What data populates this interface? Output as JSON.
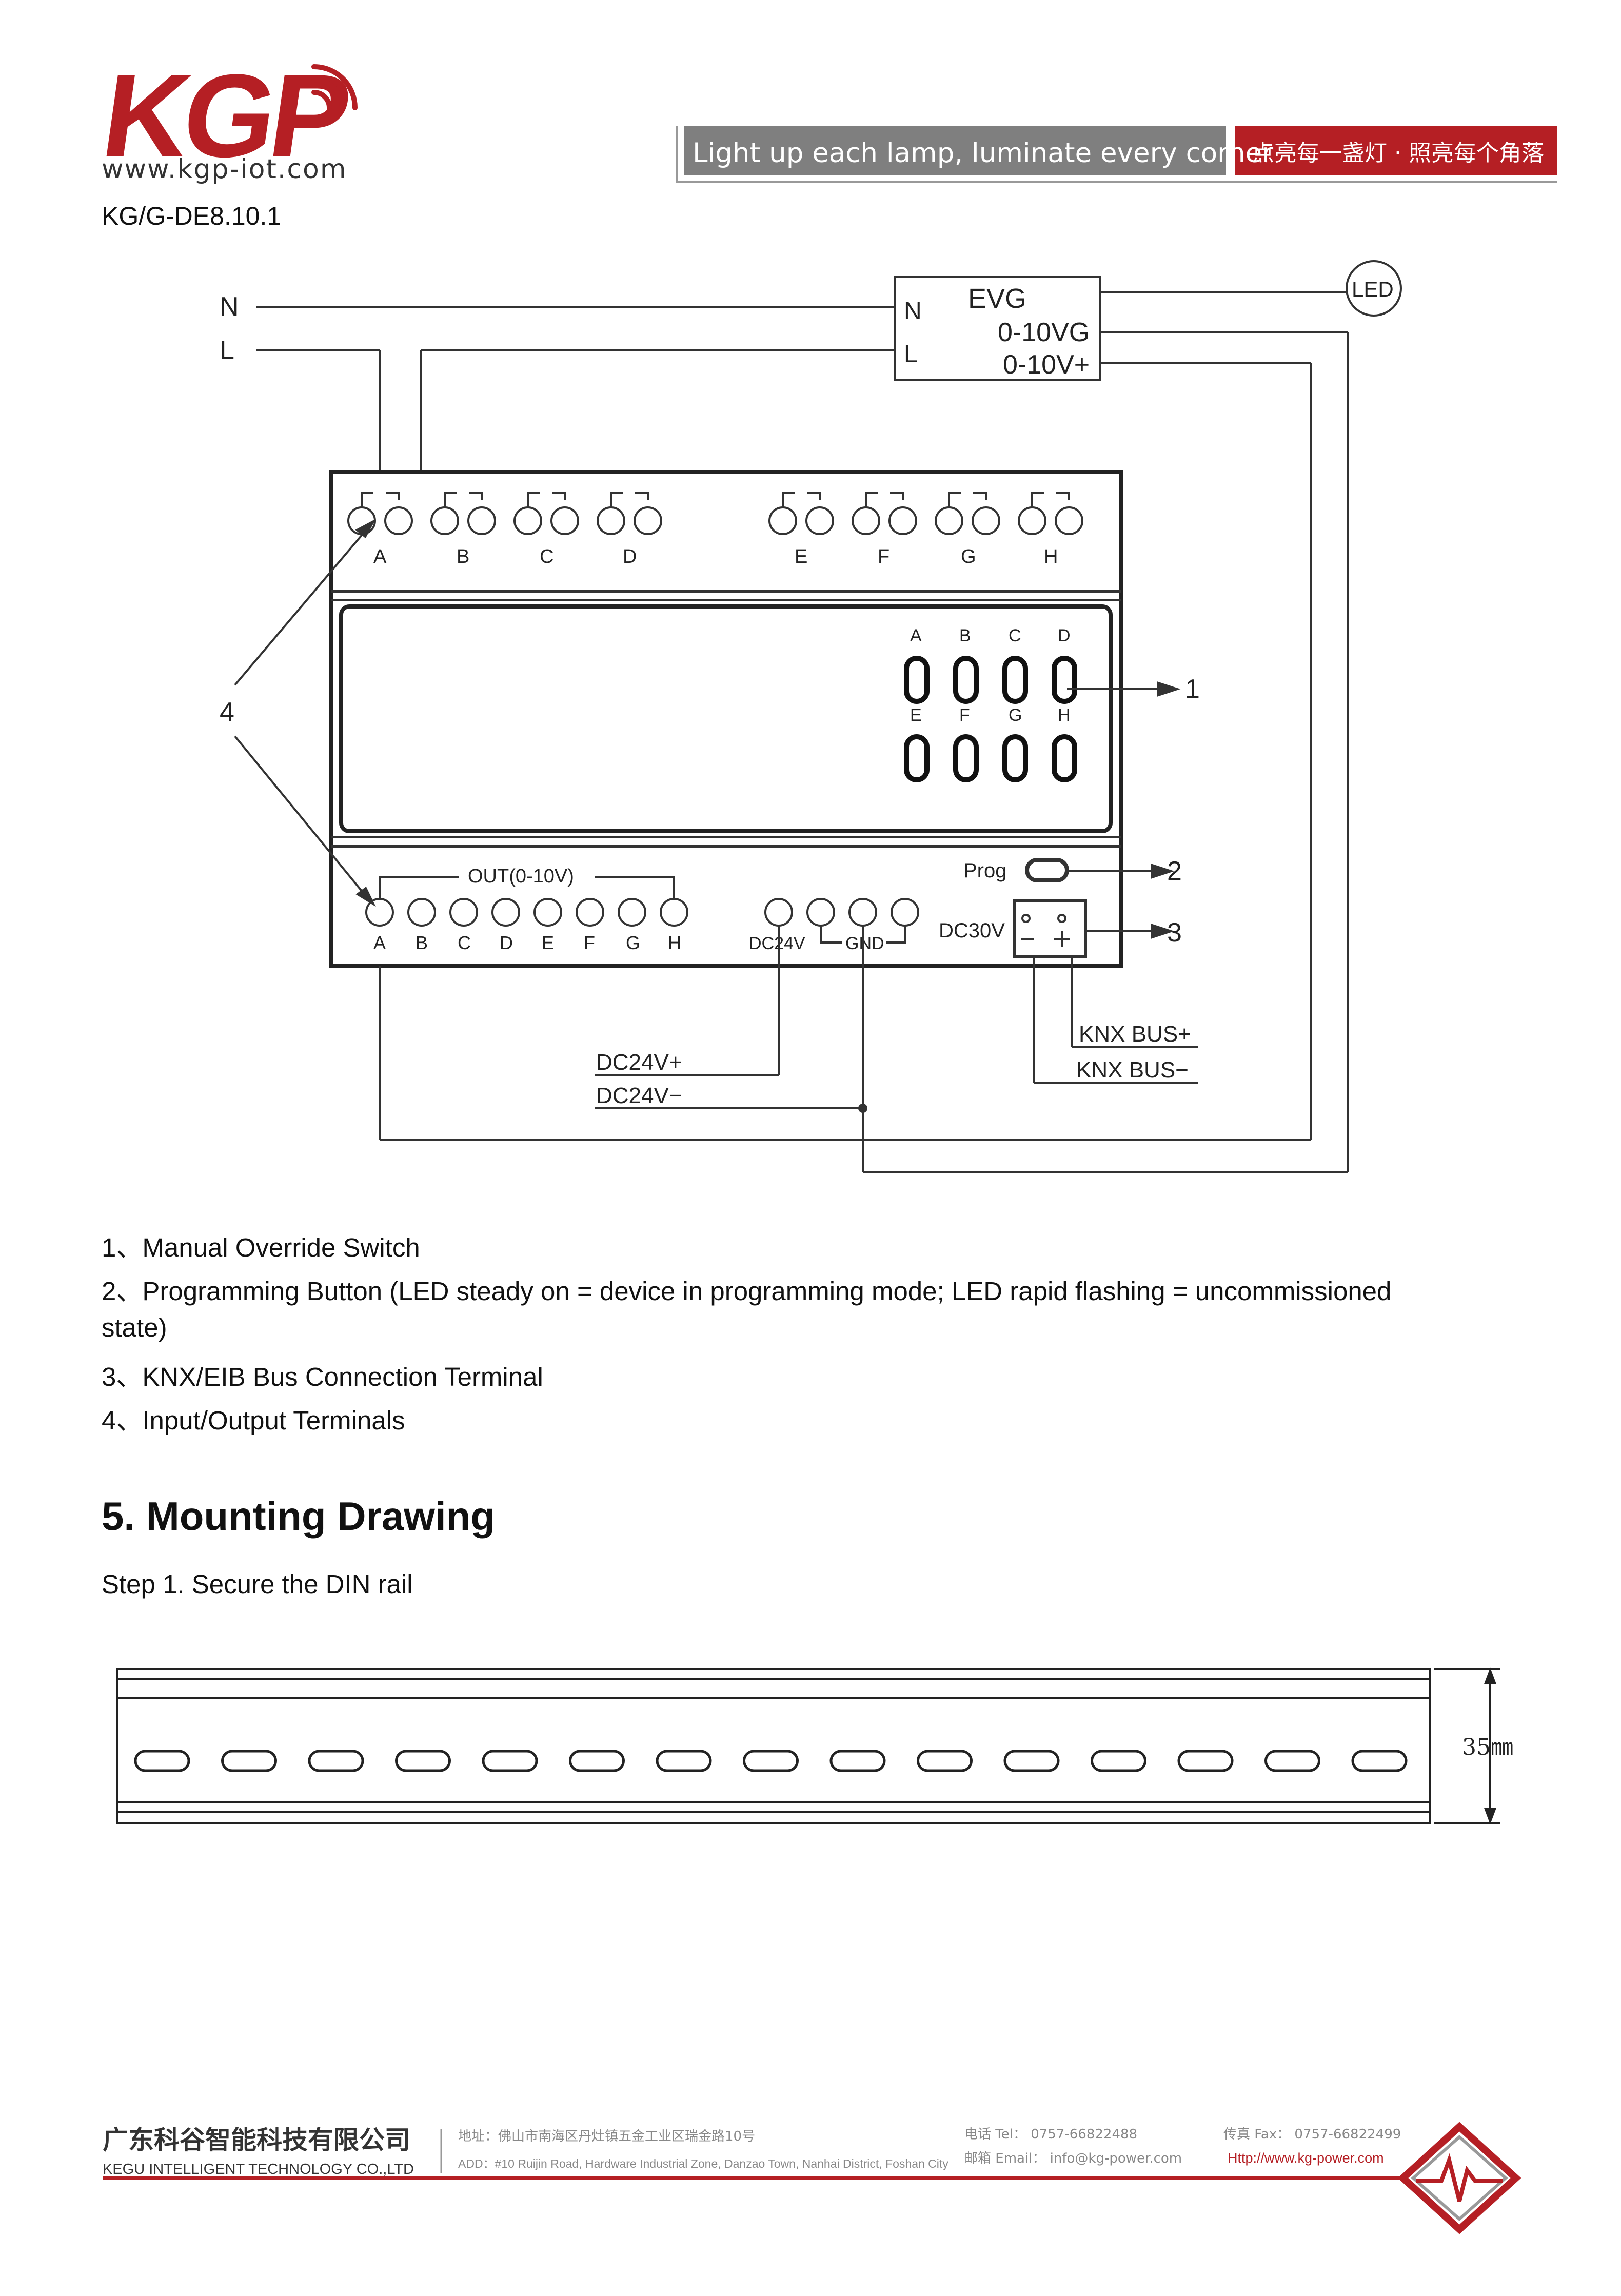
{
  "header": {
    "logo_text": "KGP",
    "website": "www.kgp-iot.com",
    "model": "KG/G-DE8.10.1",
    "slogan_en": "Light up each lamp, luminate every corner",
    "slogan_cn": "点亮每一盏灯 · 照亮每个角落"
  },
  "colors": {
    "brand_red": "#b51f24",
    "slogan_gray": "#7f7f7f"
  },
  "wiring_diagram": {
    "supply_labels": [
      "N",
      "L"
    ],
    "evg": {
      "title": "EVG",
      "n": "N",
      "l": "L",
      "g": "0-10VG",
      "plus": "0-10V+"
    },
    "led": "LED",
    "relay_channels": [
      "A",
      "B",
      "C",
      "D",
      "E",
      "F",
      "G",
      "H"
    ],
    "display": {
      "row1_labels": [
        "A",
        "B",
        "C",
        "D"
      ],
      "row2_labels": [
        "E",
        "F",
        "G",
        "H"
      ],
      "segments": [
        "0",
        "0",
        "0",
        "0",
        "0",
        "0",
        "0",
        "0"
      ]
    },
    "out_label": "OUT(0-10V)",
    "out_channels": [
      "A",
      "B",
      "C",
      "D",
      "E",
      "F",
      "G",
      "H"
    ],
    "dc24v": "DC24V",
    "gnd": "GND",
    "dc30v": "DC30V",
    "prog": "Prog",
    "callouts": [
      "1",
      "2",
      "3",
      "4"
    ],
    "dc24v_plus": "DC24V+",
    "dc24v_minus": "DC24V−",
    "knx_plus": "KNX BUS+",
    "knx_minus": "KNX BUS−"
  },
  "legend_items": [
    "1、Manual Override Switch",
    "2、Programming Button (LED steady on = device in programming mode; LED rapid flashing = uncommissioned",
    "state)",
    "3、KNX/EIB Bus Connection Terminal",
    "4、Input/Output Terminals"
  ],
  "section_heading": "5.  Mounting Drawing",
  "step1": "Step 1. Secure the DIN rail",
  "din_rail": {
    "dimension": "35㎜",
    "slot_count": 15
  },
  "footer": {
    "company_cn": "广东科谷智能科技有限公司",
    "company_en": "KEGU INTELLIGENT TECHNOLOGY CO.,LTD",
    "address_cn": "地址：佛山市南海区丹灶镇五金工业区瑞金路10号",
    "address_en": "ADD：#10 Ruijin Road, Hardware Industrial Zone, Danzao Town, Nanhai District, Foshan City",
    "tel": "电话 Tel： 0757-66822488",
    "email": "邮箱 Email： info@kg-power.com",
    "fax": "传真 Fax： 0757-66822499",
    "web": "Http://www.kg-power.com"
  }
}
